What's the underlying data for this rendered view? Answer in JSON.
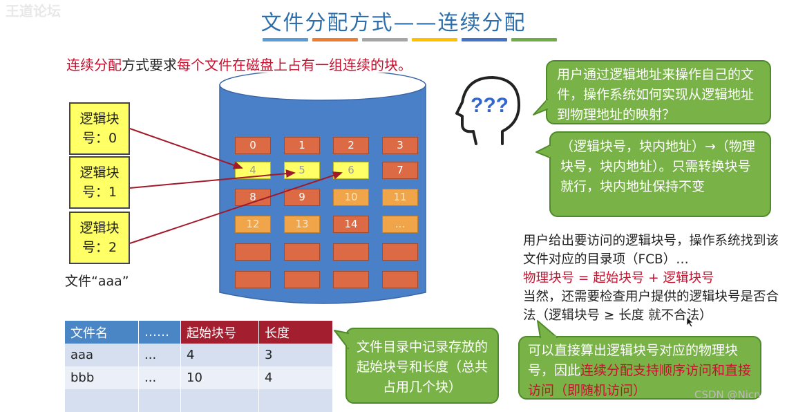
{
  "watermark": "王道论坛",
  "title": "文件分配方式——连续分配",
  "stripes": [
    "#5b9bd5",
    "#ed7d31",
    "#a5a5a5",
    "#ffc000",
    "#4472c4",
    "#70ad47"
  ],
  "intro": {
    "part1": "连续分配",
    "part2": "方式要求",
    "part3": "每个文件在磁盘上占有一组连续的块。"
  },
  "logical_blocks": [
    {
      "label": "逻辑块",
      "num": "号：0"
    },
    {
      "label": "逻辑块",
      "num": "号：1"
    },
    {
      "label": "逻辑块",
      "num": "号：2"
    }
  ],
  "file_label": "文件“aaa”",
  "disk_blocks": [
    [
      "0",
      "1",
      "2",
      "3"
    ],
    [
      "4",
      "5",
      "6",
      "7"
    ],
    [
      "8",
      "9",
      "10",
      "11"
    ],
    [
      "12",
      "13",
      "14",
      "..."
    ],
    [
      "",
      "",
      "",
      ""
    ],
    [
      "",
      "",
      "",
      ""
    ]
  ],
  "directory": {
    "headers": [
      "文件名",
      "……",
      "起始块号",
      "长度"
    ],
    "rows": [
      [
        "aaa",
        "...",
        "4",
        "3"
      ],
      [
        "bbb",
        "...",
        "10",
        "4"
      ]
    ]
  },
  "bubbles": {
    "question": "用户通过逻辑地址来操作自己的文件，操作系统如何实现从逻辑地址到物理地址的映射？",
    "answer": "（逻辑块号，块内地址）→（物理块号，块内地址）。只需转换块号就行，块内地址保持不变",
    "directory_note": "文件目录中记录存放的起始块号和长度（总共占用几个块）",
    "access_part1": "可以直接算出逻辑块号对应的物理块号，因此",
    "access_part2": "连续分配支持顺序访问和直接访问（即随机访问）"
  },
  "right_text": {
    "line1": "用户给出要访问的逻辑块号，操作系统找到该文件对应的目录项（FCB）…",
    "formula": "物理块号 = 起始块号 + 逻辑块号",
    "line3": "当然，还需要检查用户提供的逻辑块号是否合法（逻辑块号 ≥ 长度 就不合法）"
  },
  "head_icon_text": "???",
  "credit": "CSDN @Nicn"
}
